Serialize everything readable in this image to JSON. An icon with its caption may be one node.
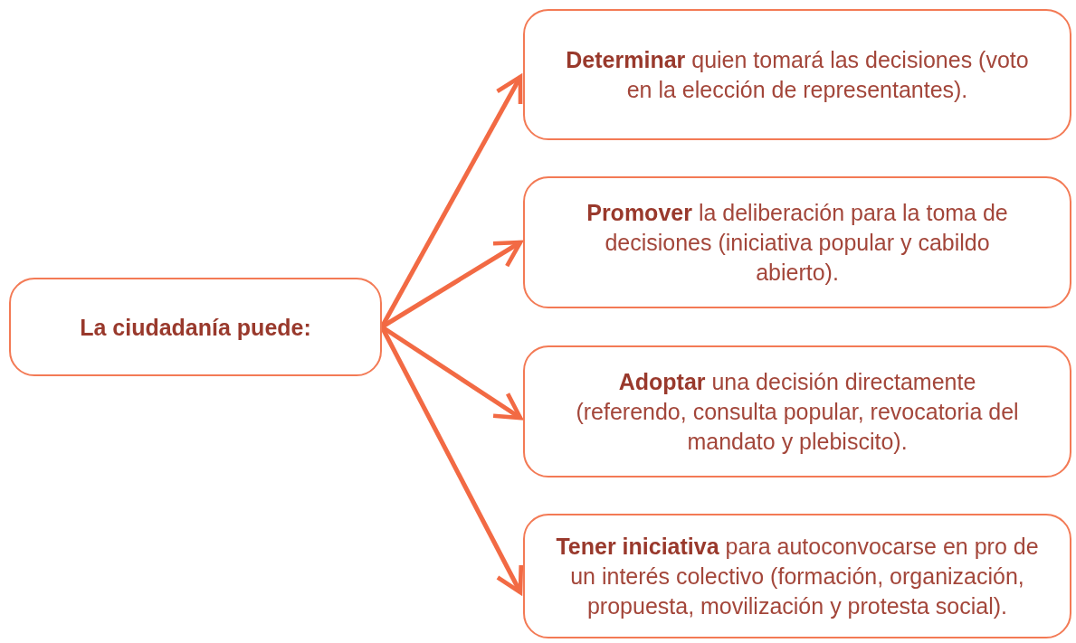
{
  "diagram": {
    "nodes": [
      {
        "text": [
          "La ciudadanía puede:"
        ]
      },
      {
        "text": [
          "**Determinar** quien tomará las decisiones (voto en la elección de representantes)."
        ]
      },
      {
        "text": [
          "**Promover** la deliberación para la toma de decisiones (iniciativa popular y cabildo abierto)."
        ]
      },
      {
        "text": [
          "**Adoptar** una decisión directamente (referendo, consulta popular, revocatoria del mandato y plebiscito)."
        ]
      },
      {
        "text": [
          "**Tener iniciativa** para autoconvocarse en pro de un interés colectivo (formación, organización, propuesta, movilización y protesta social)."
        ]
      }
    ],
    "edges": [
      {
        "from": 0,
        "to": 1,
        "arrow": "to"
      },
      {
        "from": 0,
        "to": 2,
        "arrow": "to"
      },
      {
        "from": 0,
        "to": 3,
        "arrow": "to"
      },
      {
        "from": 0,
        "to": 4,
        "arrow": "to"
      }
    ]
  }
}
